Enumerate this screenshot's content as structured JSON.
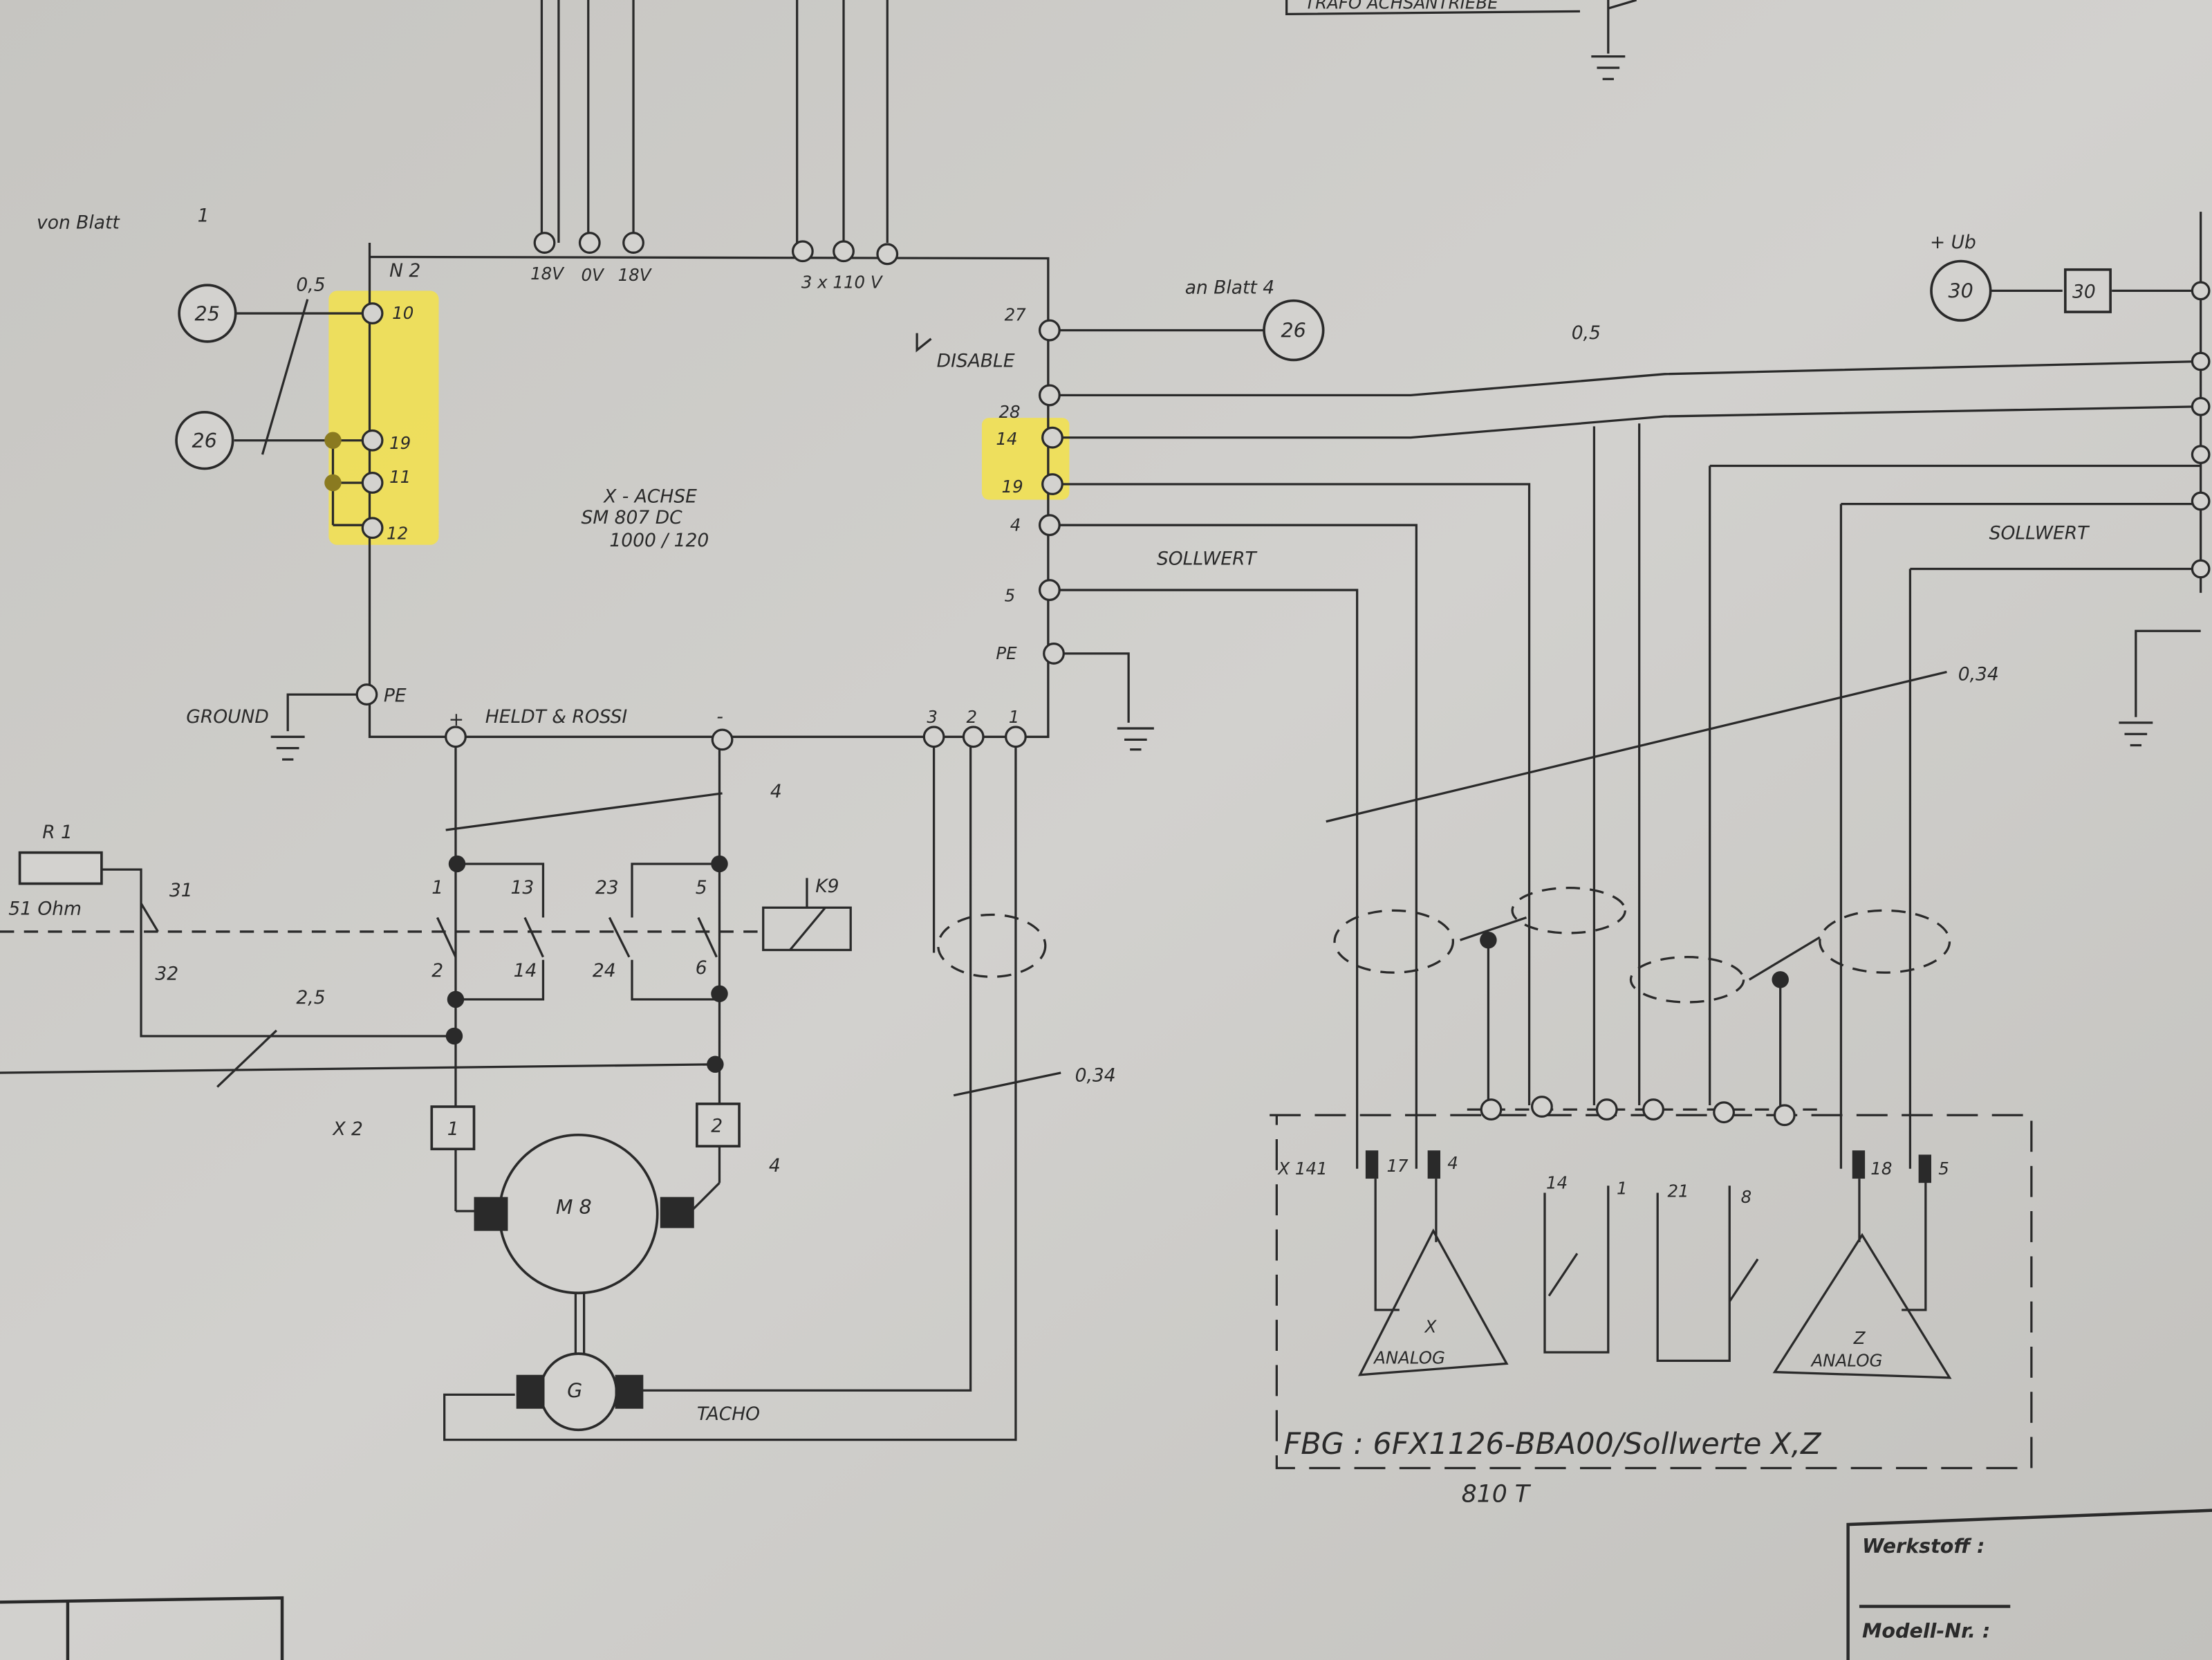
{
  "colors": {
    "paper": "#cfcecb",
    "ink": "#2a2a2a",
    "highlight": "#f3e24a"
  },
  "header": {
    "trafo_label": "TRAFO ACHSANTRIEBE"
  },
  "source": {
    "von_blatt": "von Blatt",
    "von_blatt_num": "1",
    "to_blatt": "an Blatt 4"
  },
  "circles": {
    "c25": "25",
    "c26a": "26",
    "c26b": "26",
    "c30": "30",
    "ub": "+ Ub",
    "box30": "30"
  },
  "wire_sizes": {
    "w05a": "0,5",
    "w05b": "0,5",
    "w4a": "4",
    "w25": "2,5",
    "w034a": "0,34",
    "w034b": "0,34",
    "w4b": "4",
    "sq": "2"
  },
  "drive": {
    "n2": "N 2",
    "title": "X - ACHSE",
    "model": "SM  807 DC",
    "rating": "1000 / 120",
    "supply_labels": [
      "18V",
      "0V",
      "18V"
    ],
    "supply_3ph": "3 x 110 V",
    "left_terminals": [
      "10",
      "19",
      "11",
      "12"
    ],
    "right_terminals": [
      "27",
      "28",
      "14",
      "19",
      "4",
      "5",
      "PE"
    ],
    "disable": "DISABLE",
    "pe_left": "PE",
    "ground": "GROUND",
    "bottom_label": "HELDT & ROSSI",
    "plus": "+",
    "minus": "-",
    "bottom_nums": [
      "3",
      "2",
      "1"
    ]
  },
  "contactor": {
    "r1": "R 1",
    "r1_value": "51 Ohm",
    "contacts": [
      "31",
      "32",
      "1",
      "2",
      "13",
      "14",
      "23",
      "24",
      "5",
      "6"
    ],
    "coil": "K9"
  },
  "motor": {
    "x2": "X 2",
    "t1": "1",
    "t2": "2",
    "motor": "M 8",
    "tacho_g": "G",
    "tacho": "TACHO"
  },
  "fbg": {
    "sollwert_left": "SOLLWERT",
    "sollwert_right": "SOLLWERT",
    "x141": "X 141",
    "pins": [
      "17",
      "4",
      "14",
      "1",
      "21",
      "8",
      "18",
      "5"
    ],
    "x_analog": [
      "X",
      "ANALOG"
    ],
    "z_analog": [
      "Z",
      "ANALOG"
    ],
    "module": "FBG : 6FX1126-BBA00/Sollwerte X,Z",
    "controller": "810 T"
  },
  "title_block": {
    "werkstoff": "Werkstoff :",
    "modell": "Modell-Nr. :"
  }
}
